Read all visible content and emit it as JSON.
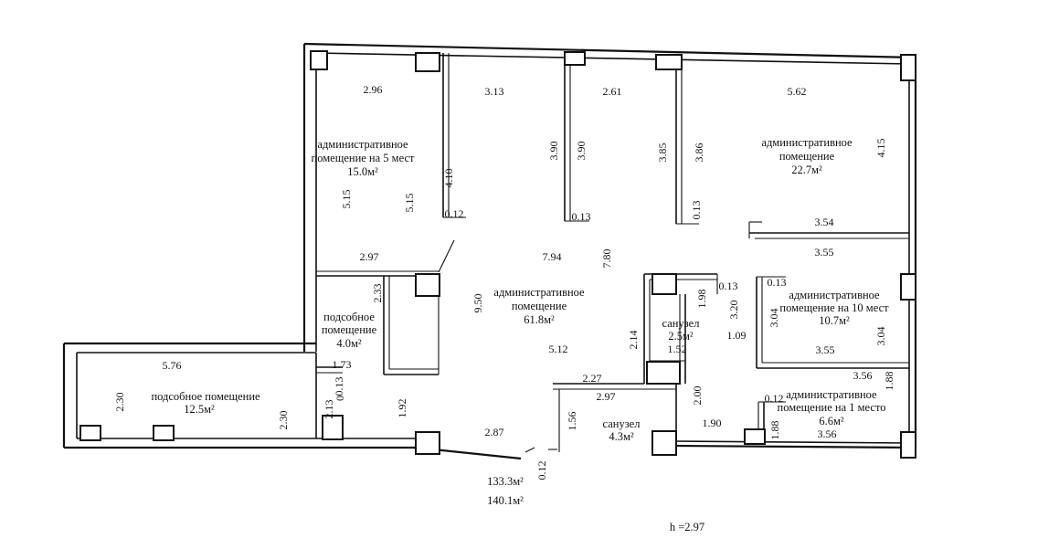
{
  "rooms": {
    "office5": {
      "line1": "административное",
      "line2": "помещение на 5 мест",
      "area": "15.0м²"
    },
    "office22": {
      "line1": "административное",
      "line2": "помещение",
      "area": "22.7м²"
    },
    "office61": {
      "line1": "административное",
      "line2": "помещение",
      "area": "61.8м²"
    },
    "utility4": {
      "line1": "подсобное",
      "line2": "помещение",
      "area": "4.0м²"
    },
    "utility12": {
      "line1": "подсобное помещение",
      "area": "12.5м²"
    },
    "wc25": {
      "line1": "санузел",
      "area": "2.5м²"
    },
    "wc43": {
      "line1": "санузел",
      "area": "4.3м²"
    },
    "office10": {
      "line1": "административное",
      "line2": "помещение на 10 мест",
      "area": "10.7м²"
    },
    "office1": {
      "line1": "административное",
      "line2": "помещение на 1 место",
      "area": "6.6м²"
    }
  },
  "totals": {
    "area1": "133.3м²",
    "area2": "140.1м²"
  },
  "height": "h =2.97",
  "dims": {
    "d296": "2.96",
    "d313": "3.13",
    "d261": "2.61",
    "d562": "5.62",
    "d390a": "3.90",
    "d390b": "3.90",
    "d385": "3.85",
    "d386": "3.86",
    "d410": "4.10",
    "d515a": "5.15",
    "d515b": "5.15",
    "d012a": "0.12",
    "d013a": "0.13",
    "d013b": "0.13",
    "d415": "4.15",
    "d354": "3.54",
    "d355a": "3.55",
    "d297": "2.97",
    "d794": "7.94",
    "d780": "7.80",
    "d233": "2.33",
    "d950": "9.50",
    "d198": "1.98",
    "d013c": "0.13",
    "d320": "3.20",
    "d013d": "0.13",
    "d304a": "3.04",
    "d304b": "3.04",
    "d214": "2.14",
    "d512": "5.12",
    "d152": "1.52",
    "d109": "1.09",
    "d355b": "3.55",
    "d173": "1.73",
    "d013e": "0.13",
    "d576": "5.76",
    "d227": "2.27",
    "d356a": "3.56",
    "d188a": "1.88",
    "d297b": "2.97",
    "d230a": "2.30",
    "d230b": "2.30",
    "d213": "2.13",
    "d0": "0",
    "d192": "1.92",
    "d200": "2.00",
    "d012b": "0.12",
    "d156": "1.56",
    "d190": "1.90",
    "d188b": "1.88",
    "d356b": "3.56",
    "d287": "2.87",
    "d012c": "0.12"
  }
}
